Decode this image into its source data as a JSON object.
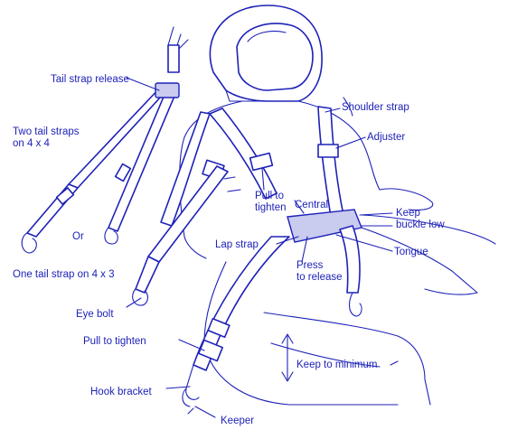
{
  "diagram": {
    "labels": {
      "tail_strap_release": "Tail strap release",
      "two_tail_straps": "Two tail straps\non 4 x 4",
      "or": "Or",
      "one_tail_strap": "One tail strap on 4 x 3",
      "eye_bolt": "Eye bolt",
      "pull_to_tighten_lower": "Pull to tighten",
      "hook_bracket": "Hook bracket",
      "keeper": "Keeper",
      "shoulder_strap": "Shoulder strap",
      "adjuster": "Adjuster",
      "pull_to_tighten_upper": "Pull to\ntighten",
      "central": "Central",
      "keep_buckle_low": "Keep\nbuckle low",
      "lap_strap": "Lap strap",
      "tongue": "Tongue",
      "press_to_release": "Press\nto release",
      "keep_to_minimum": "Keep to minimum"
    },
    "ink_color": "#1e22b8"
  }
}
